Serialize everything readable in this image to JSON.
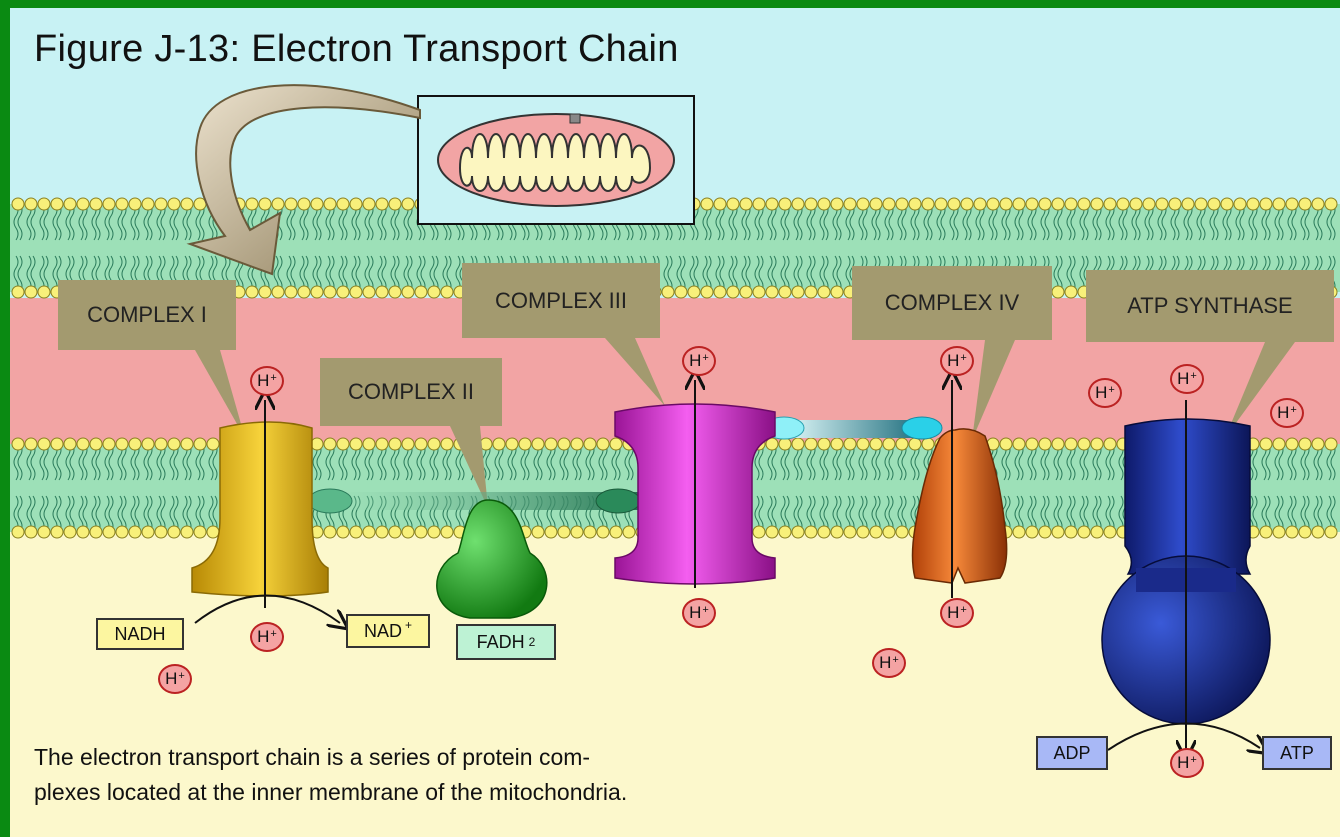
{
  "title": "Figure J-13: Electron Transport Chain",
  "labels": {
    "complex1": "COMPLEX I",
    "complex2": "COMPLEX II",
    "complex3": "COMPLEX III",
    "complex4": "COMPLEX IV",
    "atp_synthase": "ATP SYNTHASE"
  },
  "molecules": {
    "nadh": "NADH",
    "nad": "NAD",
    "nad_charge": "+",
    "fadh": "FADH",
    "fadh_sub": "2",
    "adp": "ADP",
    "atp": "ATP"
  },
  "proton": {
    "symbol": "H",
    "charge": "+"
  },
  "caption": {
    "line1": "The electron transport chain is a series of protein com-",
    "line2": "plexes located at the inner membrane of the mitochondria."
  },
  "colors": {
    "complex1": "#e8bb1a",
    "complex2": "#2aa12a",
    "complex3": "#d62ad0",
    "complex4": "#e0641a",
    "atp_synthase": "#1a2a8a",
    "callout": "#a39a6f",
    "membrane": "#9de0b8"
  }
}
